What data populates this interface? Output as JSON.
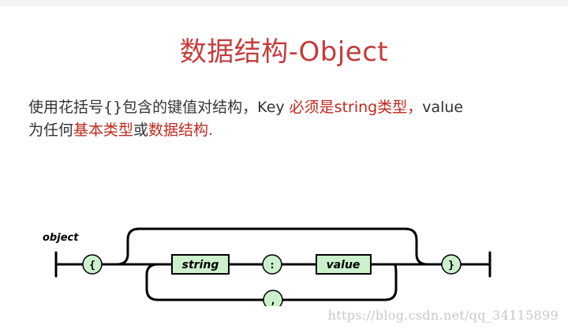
{
  "slide": {
    "title": "数据结构-Object",
    "description": {
      "line1_part1": "使用花括号{}包含的键值对结构，Key ",
      "line1_red": "必须是string类型，",
      "line1_part2": "value",
      "line2_part1": "为任何",
      "line2_red1": "基本类型",
      "line2_part2": "或",
      "line2_red2": "数据结构."
    }
  },
  "diagram": {
    "label": "object",
    "open_brace": "{",
    "string_box": "string",
    "colon": ":",
    "value_box": "value",
    "comma": ",",
    "close_brace": "}",
    "box_fill": "#ccf0cc",
    "stroke": "#000000"
  },
  "watermark": "https://blog.csdn.net/qq_34115899"
}
